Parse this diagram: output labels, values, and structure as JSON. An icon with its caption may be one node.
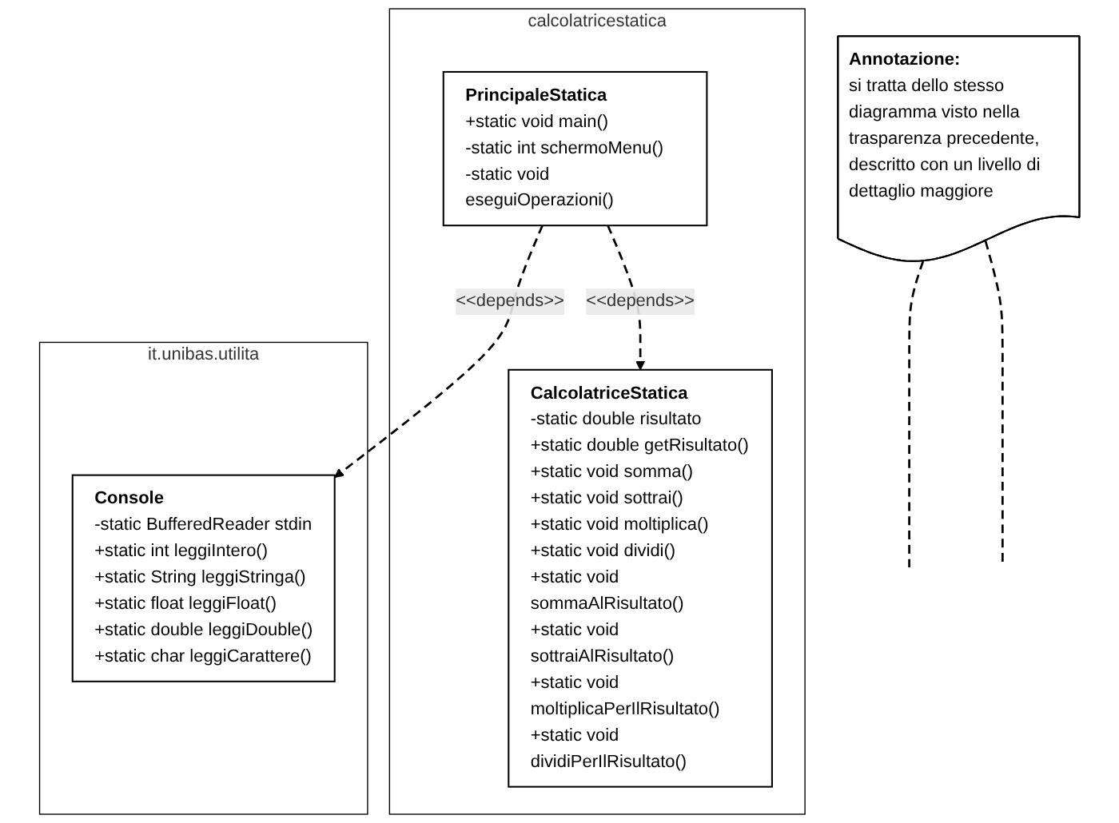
{
  "diagram": {
    "nodes": [
      {
        "text": [
          "calcolatricestatica"
        ]
      },
      {
        "text": [
          "PrincipaleStatica",
          "+static void main()",
          "-static int schermoMenu()",
          "-static void eseguiOperazioni()"
        ],
        "in": 0
      },
      {
        "text": [
          "CalcolatriceStatica",
          "-static double risultato",
          "+static double getRisultato()",
          "+static void somma()",
          "+static void sottrai()",
          "+static void moltiplica()",
          "+static void dividi()",
          "+static void sommaAlRisultato()",
          "+static void sottraiAlRisultato()",
          "+static void moltiplicaPerIlRisultato()",
          "+static void dividiPerIlRisultato()"
        ],
        "in": 0
      },
      {
        "text": [
          "it.unibas.utilita"
        ]
      },
      {
        "text": [
          "Console",
          "-static BufferedReader stdin",
          "+static int leggiIntero()",
          "+static String leggiStringa()",
          "+static float leggiFloat()",
          "+static double leggiDouble()",
          "+static char leggiCarattere()"
        ],
        "in": 3
      },
      {
        "text": [
          "Annotazione:",
          "si tratta dello stesso diagramma visto nella trasparenza precedente, descritto con un livello di dettaglio maggiore"
        ]
      }
    ],
    "edges": [
      {
        "from": 1,
        "to": 2,
        "arrow": "to",
        "style": "dashed",
        "label": "<<depends>>"
      },
      {
        "from": 1,
        "to": 4,
        "arrow": "to",
        "style": "dashed",
        "label": "<<depends>>"
      },
      {
        "from": 5,
        "to": null,
        "arrow": "none",
        "style": "dashed"
      },
      {
        "from": 5,
        "to": null,
        "arrow": "none",
        "style": "dashed"
      }
    ]
  }
}
